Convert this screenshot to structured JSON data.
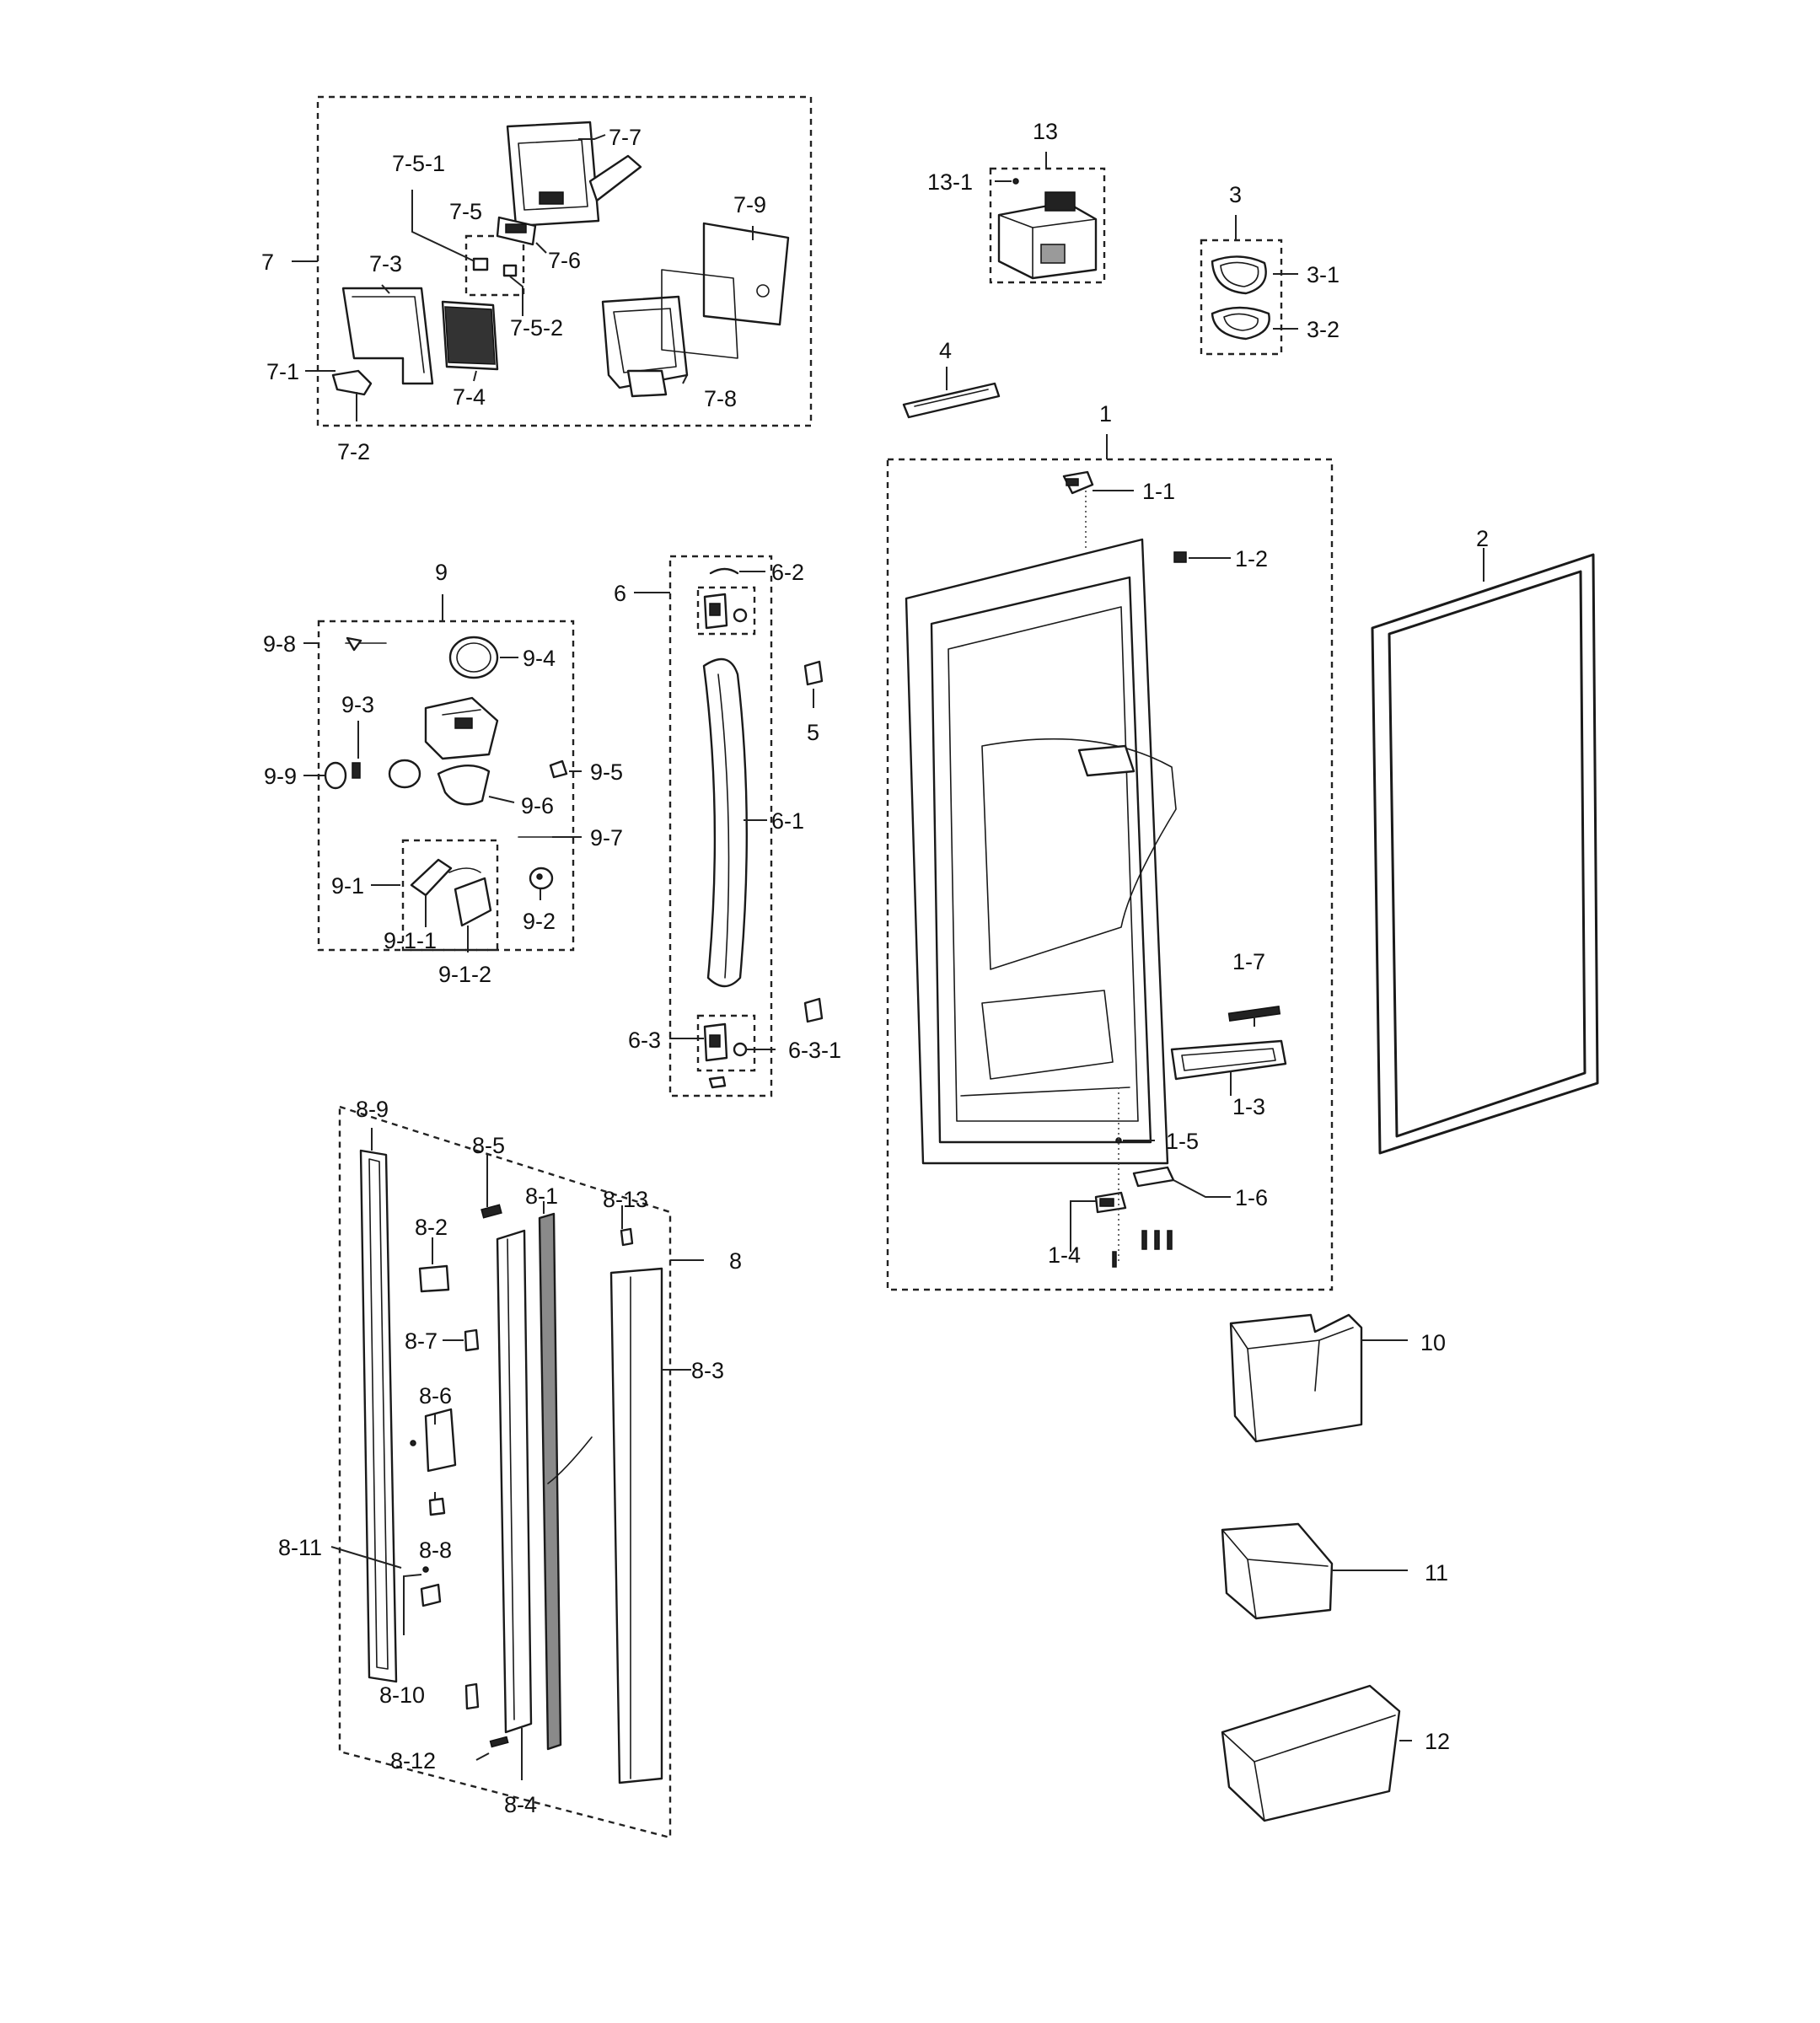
{
  "diagram": {
    "labels": {
      "l_7": "7",
      "l_7_1": "7-1",
      "l_7_2": "7-2",
      "l_7_3": "7-3",
      "l_7_4": "7-4",
      "l_7_5": "7-5",
      "l_7_5_1": "7-5-1",
      "l_7_5_2": "7-5-2",
      "l_7_6": "7-6",
      "l_7_7": "7-7",
      "l_7_8": "7-8",
      "l_7_9": "7-9",
      "l_13": "13",
      "l_13_1": "13-1",
      "l_3": "3",
      "l_3_1": "3-1",
      "l_3_2": "3-2",
      "l_4": "4",
      "l_1": "1",
      "l_1_1": "1-1",
      "l_1_2": "1-2",
      "l_1_3": "1-3",
      "l_1_4": "1-4",
      "l_1_5": "1-5",
      "l_1_6": "1-6",
      "l_1_7": "1-7",
      "l_2": "2",
      "l_9": "9",
      "l_9_1": "9-1",
      "l_9_1_1": "9-1-1",
      "l_9_1_2": "9-1-2",
      "l_9_2": "9-2",
      "l_9_3": "9-3",
      "l_9_4": "9-4",
      "l_9_5": "9-5",
      "l_9_6": "9-6",
      "l_9_7": "9-7",
      "l_9_8": "9-8",
      "l_9_9": "9-9",
      "l_6": "6",
      "l_6_1": "6-1",
      "l_6_2": "6-2",
      "l_6_3": "6-3",
      "l_6_3_1": "6-3-1",
      "l_5": "5",
      "l_8": "8",
      "l_8_1": "8-1",
      "l_8_2": "8-2",
      "l_8_3": "8-3",
      "l_8_4": "8-4",
      "l_8_5": "8-5",
      "l_8_6": "8-6",
      "l_8_7": "8-7",
      "l_8_8": "8-8",
      "l_8_9": "8-9",
      "l_8_10": "8-10",
      "l_8_11": "8-11",
      "l_8_12": "8-12",
      "l_8_13": "8-13",
      "l_10": "10",
      "l_11": "11",
      "l_12": "12"
    }
  }
}
